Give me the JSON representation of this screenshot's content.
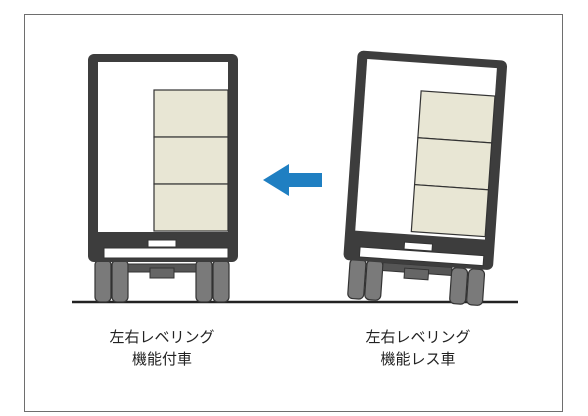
{
  "diagram": {
    "left_truck": {
      "caption_line1": "左右レベリング",
      "caption_line2": "機能付車"
    },
    "right_truck": {
      "caption_line1": "左右レベリング",
      "caption_line2": "機能レス車"
    },
    "arrow_direction": "left",
    "colors": {
      "truck_body": "#3d3d3d",
      "cargo": "#e8e6d4",
      "arrow": "#1f7fc2",
      "wheel": "#7a7a7a",
      "ground": "#222222"
    }
  }
}
